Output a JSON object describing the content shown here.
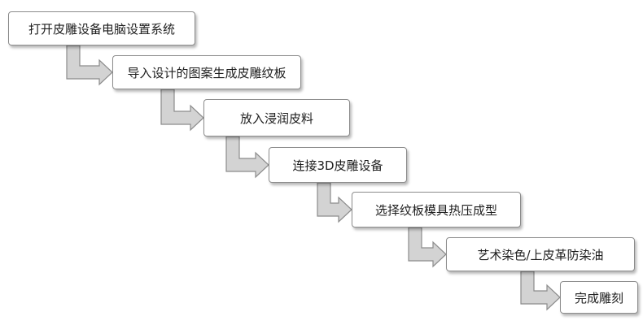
{
  "diagram": {
    "steps": [
      {
        "label": "打开皮雕设备电脑设置系统"
      },
      {
        "label": "导入设计的图案生成皮雕纹板"
      },
      {
        "label": "放入浸润皮料"
      },
      {
        "label": "连接3D皮雕设备"
      },
      {
        "label": "选择纹板模具热压成型"
      },
      {
        "label": "艺术染色/上皮革防染油"
      },
      {
        "label": "完成雕刻"
      }
    ]
  },
  "colors": {
    "arrow_fill": "#d3d3d3",
    "arrow_stroke": "#8c8c8c",
    "box_border": "#8c8c8c",
    "text": "#1e1e1e"
  }
}
